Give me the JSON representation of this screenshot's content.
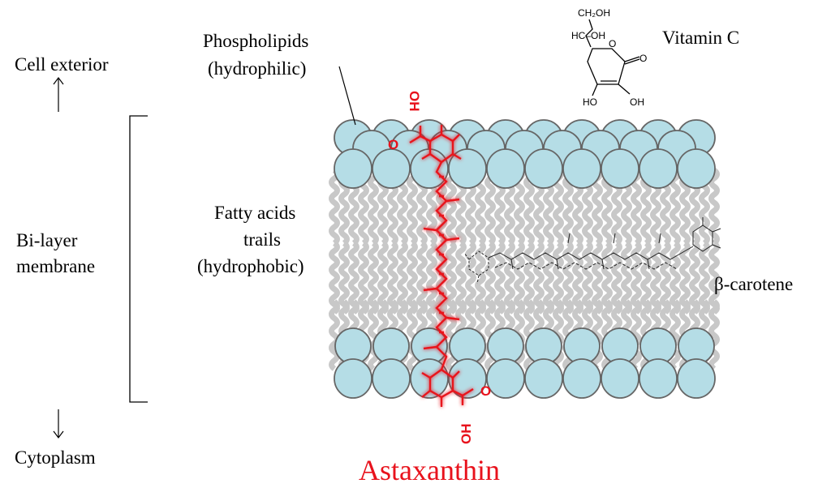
{
  "labels": {
    "cell_exterior": "Cell exterior",
    "cytoplasm": "Cytoplasm",
    "bilayer_line1": "Bi-layer",
    "bilayer_line2": "membrane",
    "phospholipids_line1": "Phospholipids",
    "phospholipids_line2": "(hydrophilic)",
    "fatty_line1": "Fatty acids",
    "fatty_line2": "trails",
    "fatty_line3": "(hydrophobic)",
    "vitamin_c": "Vitamin C",
    "beta_carotene": "β-carotene",
    "astaxanthin": "Astaxanthin"
  },
  "vitamin_c_structure": {
    "ch2oh": "CH₂OH",
    "hc_oh": "HC–OH",
    "ring_o": "O",
    "carbonyl_o": "O",
    "ho": "HO",
    "oh": "OH"
  },
  "astaxanthin_structure": {
    "top_oh": "OH",
    "top_o": "O",
    "bottom_oh": "OH",
    "bottom_o": "O"
  },
  "colors": {
    "head_fill": "#b5dde6",
    "head_stroke": "#666666",
    "tail": "#c8c8c8",
    "astaxanthin": "#e8121c",
    "text": "#000000"
  }
}
